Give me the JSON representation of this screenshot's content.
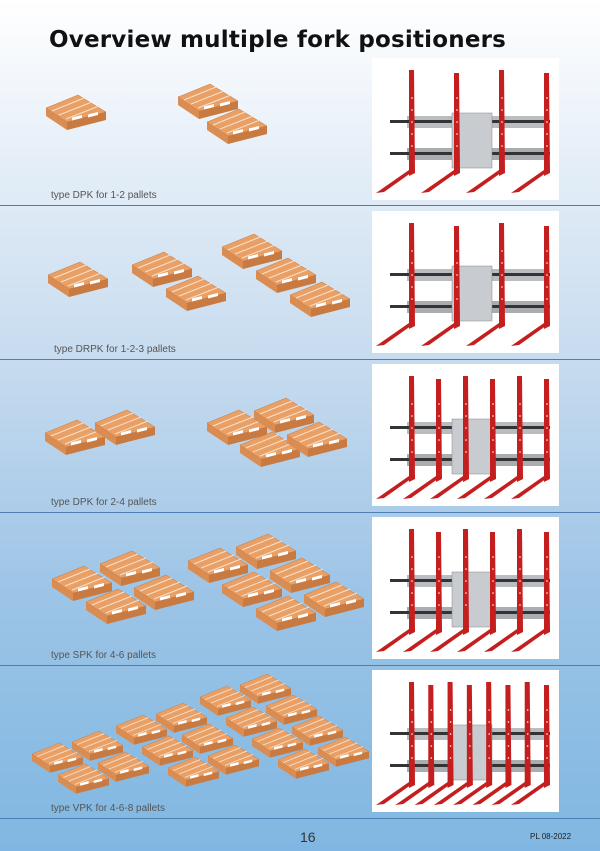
{
  "title": "Overview multiple fork positioners",
  "sections": [
    {
      "caption": "type DPK for 1-2 pallets",
      "forks": 4
    },
    {
      "caption": "type DRPK for 1-2-3 pallets",
      "forks": 4
    },
    {
      "caption": "type DPK for 2-4 pallets",
      "forks": 6
    },
    {
      "caption": "type SPK for 4-6 pallets",
      "forks": 6
    },
    {
      "caption": "type VPK for 4-6-8 pallets",
      "forks": 8
    }
  ],
  "footer": {
    "page_number": "16",
    "edition": "PL 08-2022"
  },
  "colors": {
    "fork": "#c41e1e",
    "pallet": "#e9a066",
    "divider": "#4d7fb5"
  }
}
